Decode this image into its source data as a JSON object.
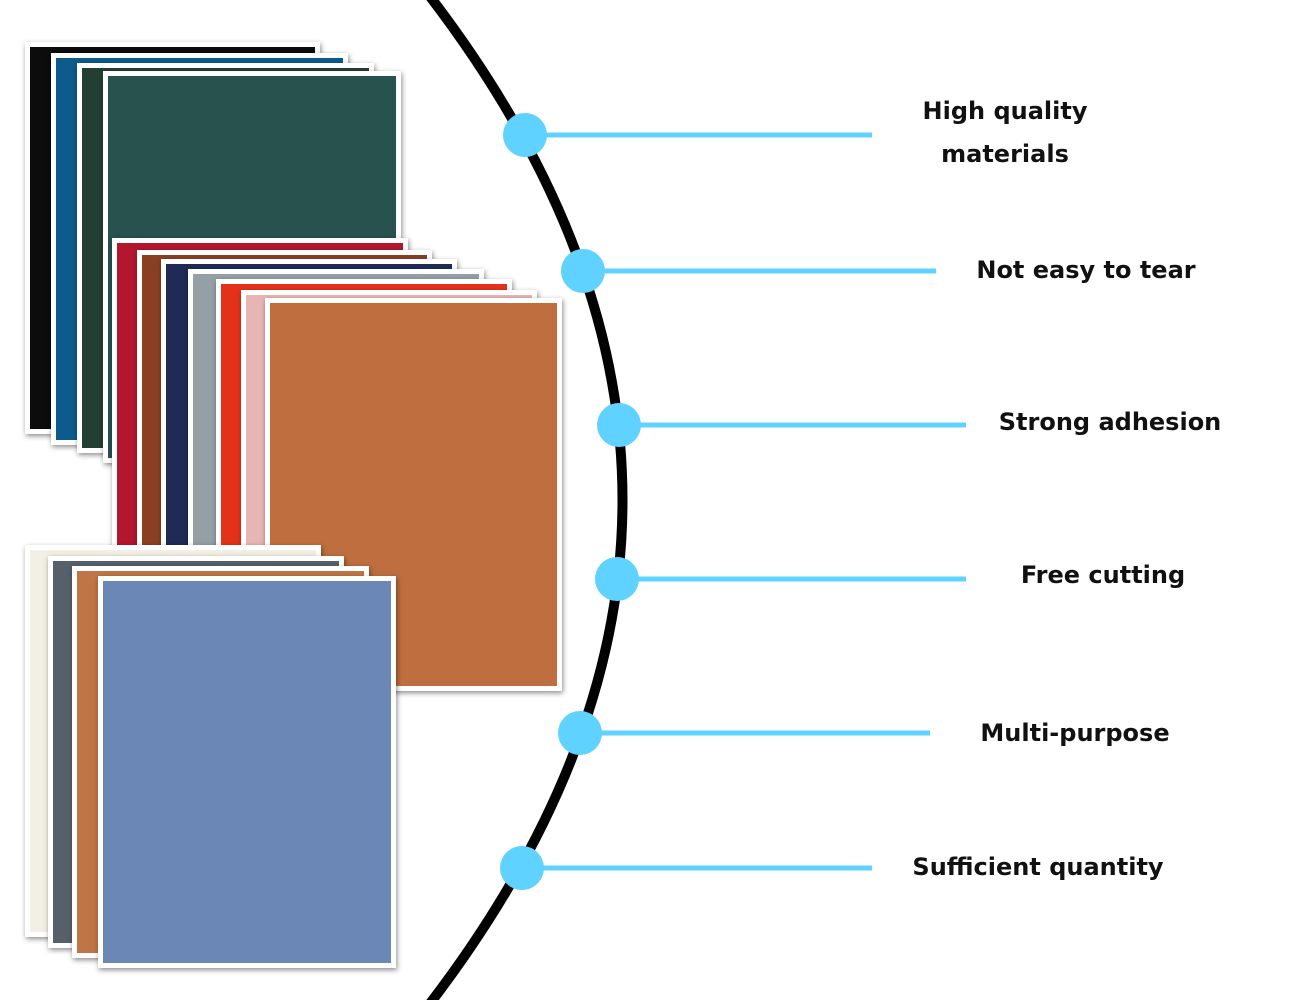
{
  "features": [
    {
      "label_lines": [
        "High quality",
        "materials"
      ]
    },
    {
      "label_lines": [
        "Not easy to tear"
      ]
    },
    {
      "label_lines": [
        "Strong adhesion"
      ]
    },
    {
      "label_lines": [
        "Free cutting"
      ]
    },
    {
      "label_lines": [
        "Multi-purpose"
      ]
    },
    {
      "label_lines": [
        "Sufficient quantity"
      ]
    }
  ],
  "colors": {
    "arc": "#000000",
    "connector": "#5fd2ff",
    "sheet_border": "#ffffff",
    "stack_top": [
      "#0c0c0c",
      "#0d5a8c",
      "#233f34",
      "#27524e"
    ],
    "stack_middle": [
      "#b3162f",
      "#8a3f23",
      "#1f2a55",
      "#94a0a6",
      "#e4321a",
      "#e8b5b5",
      "#bf6f3f"
    ],
    "stack_bottom": [
      "#f2efe4",
      "#55606b",
      "#c07546",
      "#6a87b6"
    ]
  }
}
